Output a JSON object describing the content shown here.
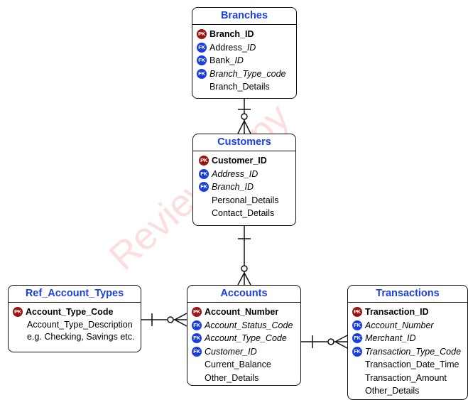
{
  "watermark": "Review Copy",
  "colors": {
    "pk": "#9b1515",
    "fk": "#1a3ee0",
    "title": "#1a40e6",
    "watermark": "#ec5a5a"
  },
  "entities": {
    "branches": {
      "title": "Branches",
      "fields": [
        {
          "key": "PK",
          "name": "Branch_ID",
          "italic": false,
          "suffix": ""
        },
        {
          "key": "FK",
          "name": "Address_",
          "italic": false,
          "suffix": "ID"
        },
        {
          "key": "FK",
          "name": "Bank_",
          "italic": false,
          "suffix": "ID"
        },
        {
          "key": "FK",
          "name": "Branch_Type_code",
          "italic": true,
          "suffix": ""
        },
        {
          "key": "",
          "name": "Branch_Details",
          "italic": false,
          "suffix": ""
        }
      ]
    },
    "customers": {
      "title": "Customers",
      "fields": [
        {
          "key": "PK",
          "name": "Customer_ID",
          "italic": false
        },
        {
          "key": "FK",
          "name": "Address_ID",
          "italic": true
        },
        {
          "key": "FK",
          "name": "Branch_ID",
          "italic": true
        },
        {
          "key": "",
          "name": "Personal_Details",
          "italic": false
        },
        {
          "key": "",
          "name": "Contact_Details",
          "italic": false
        }
      ]
    },
    "ref_account_types": {
      "title": "Ref_Account_Types",
      "pk_field": "Account_Type_Code",
      "lines": [
        "Account_Type_Description",
        "e.g. Checking, Savings etc."
      ]
    },
    "accounts": {
      "title": "Accounts",
      "fields": [
        {
          "key": "PK",
          "name": "Account_Number",
          "italic": false
        },
        {
          "key": "FK",
          "name": "Account_Status_Code",
          "italic": true
        },
        {
          "key": "FK",
          "name": "Account_Type_Code",
          "italic": true
        },
        {
          "key": "FK",
          "name": "Customer_ID",
          "italic": true
        },
        {
          "key": "",
          "name": "Current_Balance",
          "italic": false
        },
        {
          "key": "",
          "name": "Other_Details",
          "italic": false
        }
      ]
    },
    "transactions": {
      "title": "Transactions",
      "fields": [
        {
          "key": "PK",
          "name": "Transaction_ID",
          "italic": false
        },
        {
          "key": "FK",
          "name": "Account_Number",
          "italic": true
        },
        {
          "key": "FK",
          "name": "Merchant_ID",
          "italic": true
        },
        {
          "key": "FK",
          "name": "Transaction_Type_Code",
          "italic": true
        },
        {
          "key": "",
          "name": "Transaction_Date_Time",
          "italic": false
        },
        {
          "key": "",
          "name": "Transaction_Amount",
          "italic": false
        },
        {
          "key": "",
          "name": "Other_Details",
          "italic": false
        }
      ]
    }
  }
}
